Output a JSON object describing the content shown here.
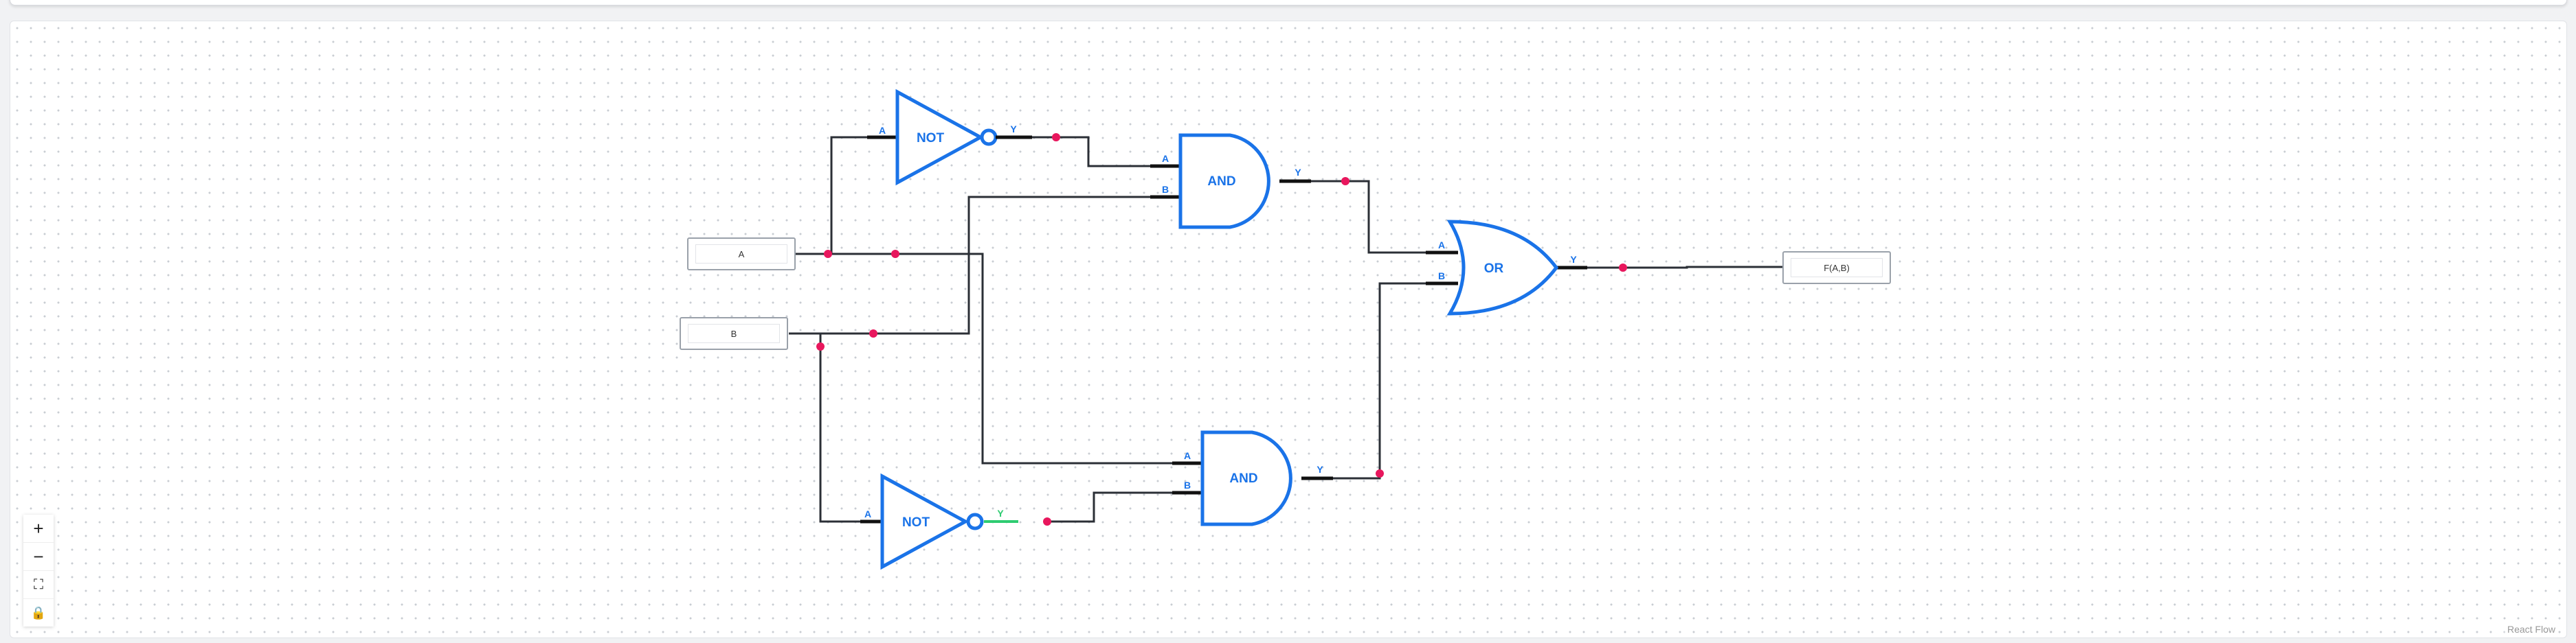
{
  "flow": {
    "inputs": {
      "a_label": "A",
      "b_label": "B"
    },
    "output": {
      "label": "F(A,B)"
    },
    "gates": {
      "not_top": {
        "name": "NOT",
        "in_a": "A",
        "out": "Y"
      },
      "and_top": {
        "name": "AND",
        "in_a": "A",
        "in_b": "B",
        "out": "Y"
      },
      "or_gate": {
        "name": "OR",
        "in_a": "A",
        "in_b": "B",
        "out": "Y"
      },
      "and_bottom": {
        "name": "AND",
        "in_a": "A",
        "in_b": "B",
        "out": "Y"
      },
      "not_bottom": {
        "name": "NOT",
        "in_a": "A",
        "out": "Y"
      }
    }
  },
  "controls": {
    "zoom_in": "+",
    "zoom_out": "−",
    "fit_view": "⛶",
    "lock": "🔒"
  },
  "attribution": "React Flow",
  "colors": {
    "gate": "#1a73e8",
    "wire": "#2b2f36",
    "handle": "#e8175d",
    "active_wire": "#2ecc71"
  }
}
